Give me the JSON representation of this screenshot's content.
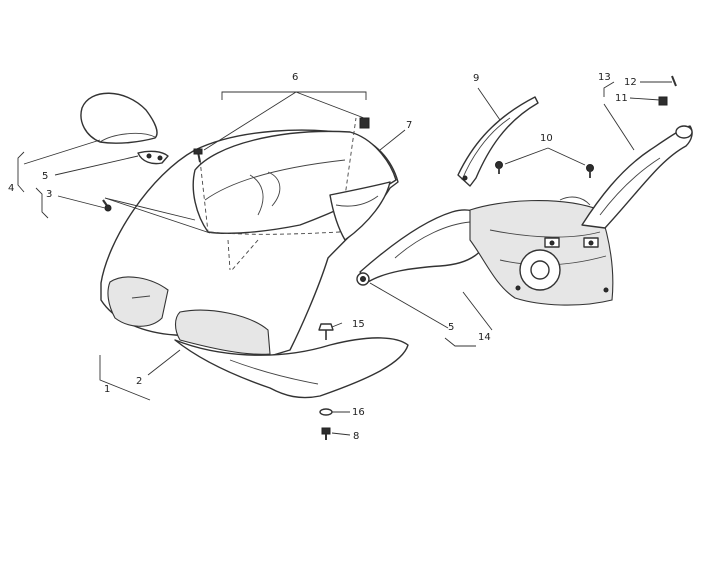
{
  "callouts": {
    "c1": "1",
    "c2": "2",
    "c3": "3",
    "c4": "4",
    "c5a": "5",
    "c5b": "5",
    "c6": "6",
    "c7": "7",
    "c8": "8",
    "c9": "9",
    "c10": "10",
    "c11": "11",
    "c12": "12",
    "c13": "13",
    "c14": "14",
    "c15": "15",
    "c16": "16"
  }
}
